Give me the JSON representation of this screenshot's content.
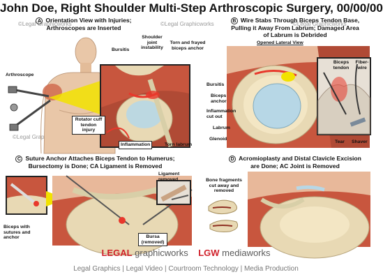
{
  "title": "John Doe, Right Shoulder Multi-Step Arthroscopic Surgery, 00/00/00",
  "watermark": "©Legal Graphicworks",
  "panels": {
    "a": {
      "letter": "A",
      "heading_line1": "Orientation View with Injuries;",
      "heading_line2": "Arthroscopes are Inserted",
      "labels": {
        "arthroscope": "Arthroscope",
        "bursitis": "Bursitis",
        "shoulder_joint_instability": "Shoulder joint instability",
        "torn_biceps_anchor": "Torn and frayed biceps anchor",
        "rotator_cuff": "Rotator cuff tendon injury",
        "inflammation": "Inflammation",
        "torn_labrum": "Torn labrum"
      }
    },
    "b": {
      "letter": "B",
      "heading_line1": "Wire Stabs Through Biceps Tendon Base,",
      "heading_line2": "Pulling it Away From Labrum; Damaged Area",
      "heading_line3": "of Labrum is Debrided",
      "labels": {
        "opened_lateral_view": "Opened Lateral View",
        "biceps_tendon": "Biceps tendon",
        "fiber_wire": "Fiber-wire",
        "bursitis": "Bursitis",
        "biceps_anchor": "Biceps anchor",
        "inflammation_cut_out": "Inflammation cut out",
        "labrum": "Labrum",
        "glenoid": "Glenoid",
        "tear": "Tear",
        "shaver": "Shaver"
      }
    },
    "c": {
      "letter": "C",
      "heading_line1": "Suture Anchor Attaches Biceps Tendon to Humerus;",
      "heading_line2": "Bursectomy is Done; CA Ligament is Removed",
      "labels": {
        "ligament_removed": "Ligament removed",
        "bone_fragments": "Bone fragments cut away and removed",
        "biceps_with_sutures": "Biceps with sutures and anchor",
        "bursa_removed": "Bursa (removed)"
      }
    },
    "d": {
      "letter": "D",
      "heading_line1": "Acromioplasty and Distal Clavicle Excision",
      "heading_line2": "are Done; AC Joint is Removed"
    }
  },
  "footer": {
    "brand_legal": "LEGAL",
    "brand_graphicworks": "graphicworks",
    "brand_low": "LGW",
    "brand_mediaworks": "mediaworks",
    "subline": "Legal Graphics | Legal Video | Courtroom Technology | Media Production"
  },
  "colors": {
    "bone": "#e8d9b4",
    "muscle": "#c8563e",
    "muscle_dark": "#8e2f22",
    "cartilage": "#b7d7e6",
    "inflammation": "#e8382c",
    "skin": "#e9c7a8",
    "callout": "#f2e200",
    "brand_red": "#d0202a"
  },
  "icons": {
    "arthroscope": "arthroscope-icon",
    "wire": "fiber-wire-icon",
    "shaver": "shaver-icon"
  }
}
